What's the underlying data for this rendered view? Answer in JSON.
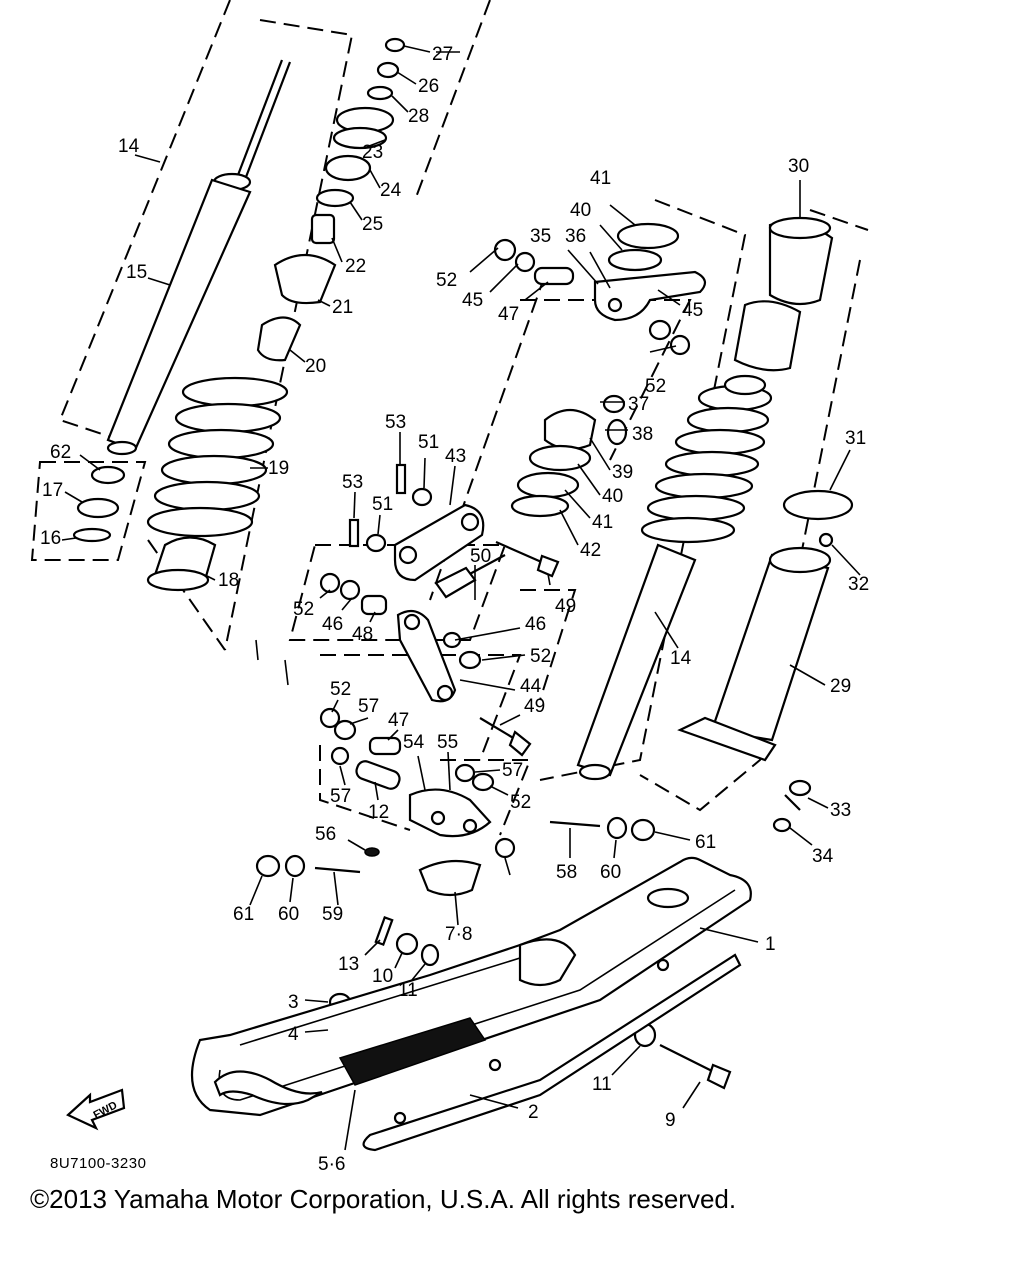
{
  "colors": {
    "ink": "#000000",
    "paper": "#ffffff"
  },
  "catalog_number": "8U7100-3230",
  "copyright": "©2013 Yamaha Motor Corporation, U.S.A. All rights reserved.",
  "arrow_label": "FWD",
  "part_labels": [
    "27",
    "26",
    "28",
    "23",
    "24",
    "25",
    "22",
    "21",
    "20",
    "19",
    "18",
    "15",
    "14",
    "62",
    "17",
    "16",
    "53",
    "51",
    "53",
    "51",
    "43",
    "52",
    "46",
    "48",
    "50",
    "49",
    "46",
    "52",
    "44",
    "52",
    "57",
    "47",
    "54",
    "55",
    "49",
    "57",
    "52",
    "57",
    "12",
    "56",
    "58",
    "60",
    "61",
    "61",
    "60",
    "59",
    "7·8",
    "13",
    "10",
    "11",
    "3",
    "4",
    "11",
    "9",
    "2",
    "1",
    "5·6",
    "41",
    "40",
    "35",
    "36",
    "52",
    "45",
    "47",
    "45",
    "52",
    "37",
    "38",
    "39",
    "40",
    "41",
    "42",
    "14",
    "30",
    "31",
    "32",
    "29",
    "33",
    "34"
  ]
}
